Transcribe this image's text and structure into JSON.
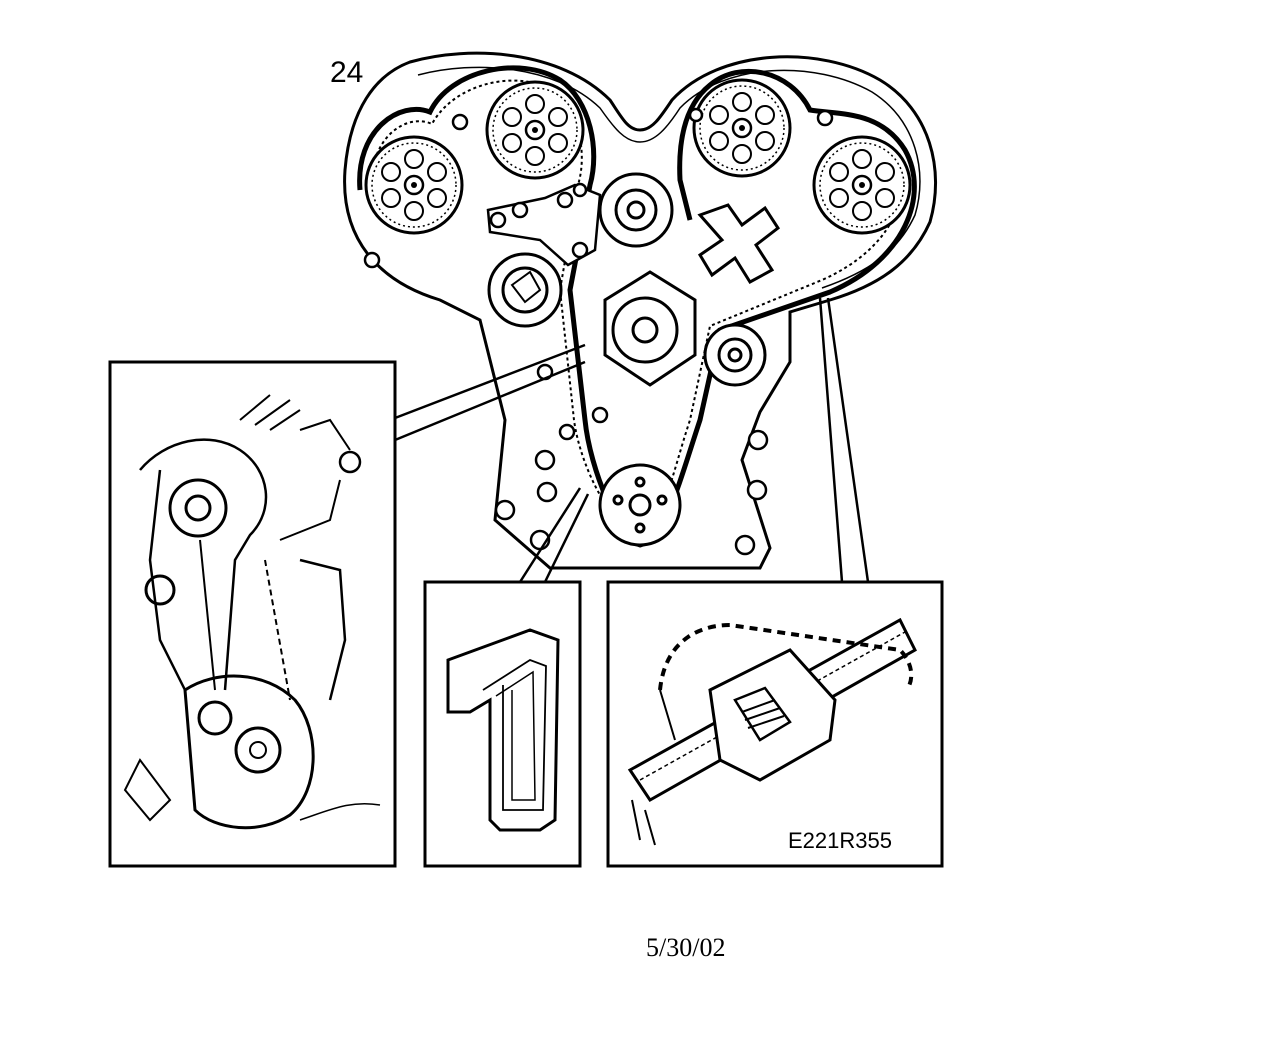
{
  "diagram": {
    "step_number": "24",
    "reference_code": "E221R355",
    "date": "5/30/02",
    "callout_number": "1"
  },
  "colors": {
    "ink": "#000000",
    "paper": "#ffffff"
  }
}
